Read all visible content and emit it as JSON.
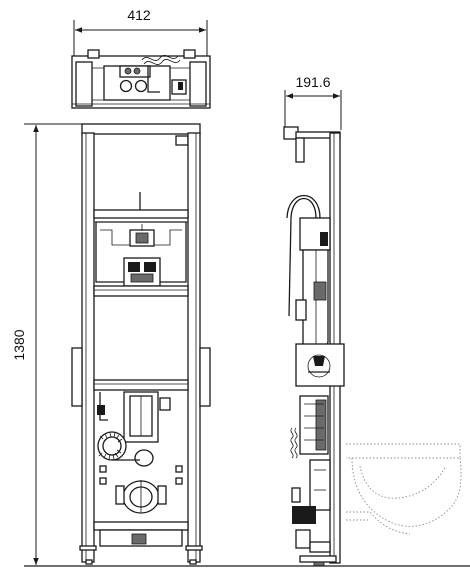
{
  "dimensions": {
    "top_width": "412",
    "side_depth": "191.6",
    "height": "1380"
  }
}
